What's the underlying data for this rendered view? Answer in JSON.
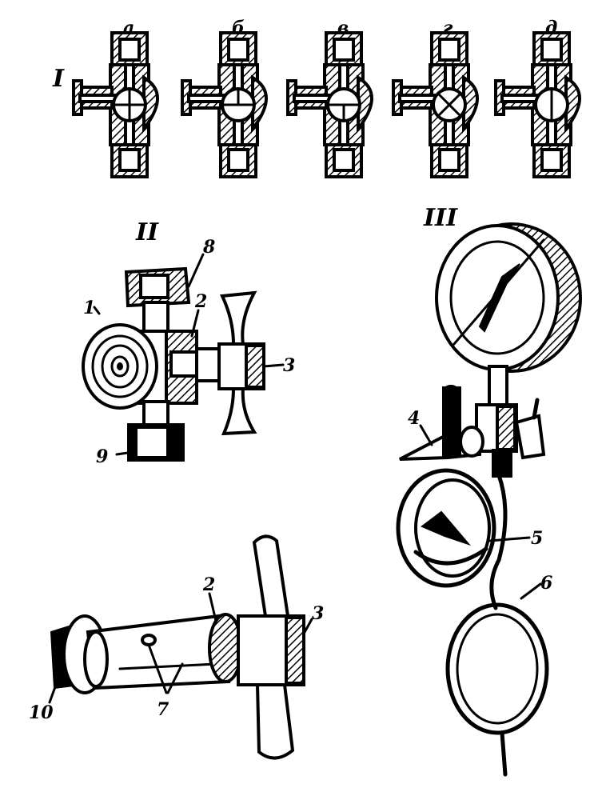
{
  "section_labels": {
    "one": "I",
    "two": "II",
    "three": "III"
  },
  "valve_position_labels": [
    "а",
    "б",
    "в",
    "г",
    "д"
  ],
  "part_numbers": {
    "p1": "1",
    "p2_upper": "2",
    "p2_lower": "2",
    "p3_upper": "3",
    "p3_lower": "3",
    "p4": "4",
    "p5": "5",
    "p6": "6",
    "p7": "7",
    "p8": "8",
    "p9": "9",
    "p10": "10"
  }
}
